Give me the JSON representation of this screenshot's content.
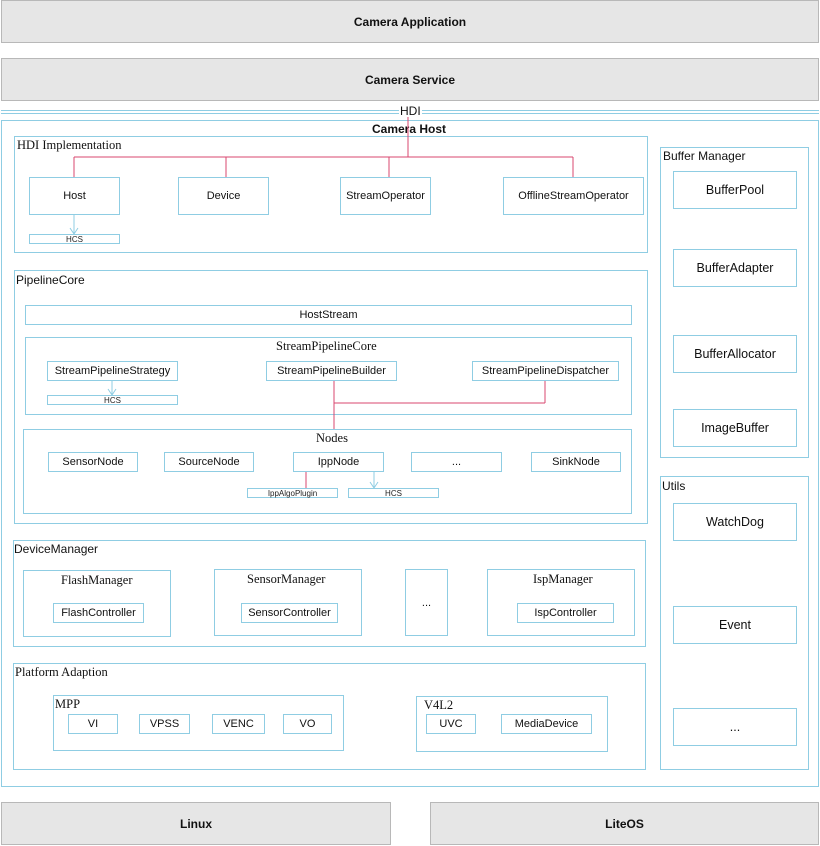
{
  "top": {
    "camera_application": "Camera Application",
    "camera_service": "Camera Service",
    "hdi": "HDI",
    "camera_host": "Camera Host"
  },
  "hdi_impl": {
    "title": "HDI Implementation",
    "host": "Host",
    "device": "Device",
    "stream_operator": "StreamOperator",
    "offline_stream_operator": "OfflineStreamOperator",
    "hcs": "HCS"
  },
  "pipeline_core": {
    "title": "PipelineCore",
    "host_stream": "HostStream",
    "spc_title": "StreamPipelineCore",
    "strategy": "StreamPipelineStrategy",
    "builder": "StreamPipelineBuilder",
    "dispatcher": "StreamPipelineDispatcher",
    "hcs": "HCS",
    "nodes_title": "Nodes",
    "sensor_node": "SensorNode",
    "source_node": "SourceNode",
    "ipp_node": "IppNode",
    "ellipsis": "...",
    "sink_node": "SinkNode",
    "ipp_algo_plugin": "IppAlgoPlugin",
    "nodes_hcs": "HCS"
  },
  "device_manager": {
    "title": "DeviceManager",
    "flash_manager": "FlashManager",
    "flash_controller": "FlashController",
    "sensor_manager": "SensorManager",
    "sensor_controller": "SensorController",
    "ellipsis": "...",
    "isp_manager": "IspManager",
    "isp_controller": "IspController"
  },
  "platform": {
    "title": "Platform Adaption",
    "mpp_title": "MPP",
    "vi": "VI",
    "vpss": "VPSS",
    "venc": "VENC",
    "vo": "VO",
    "v4l2_title": "V4L2",
    "uvc": "UVC",
    "media_device": "MediaDevice"
  },
  "buffer_manager": {
    "title": "Buffer Manager",
    "buffer_pool": "BufferPool",
    "buffer_adapter": "BufferAdapter",
    "buffer_allocator": "BufferAllocator",
    "image_buffer": "ImageBuffer"
  },
  "utils": {
    "title": "Utils",
    "watchdog": "WatchDog",
    "event": "Event",
    "ellipsis": "..."
  },
  "os": {
    "linux": "Linux",
    "liteos": "LiteOS"
  },
  "colors": {
    "frame_border": "#8fcde3",
    "gray_fill": "#e6e6e6",
    "connector": "#d9476f"
  }
}
